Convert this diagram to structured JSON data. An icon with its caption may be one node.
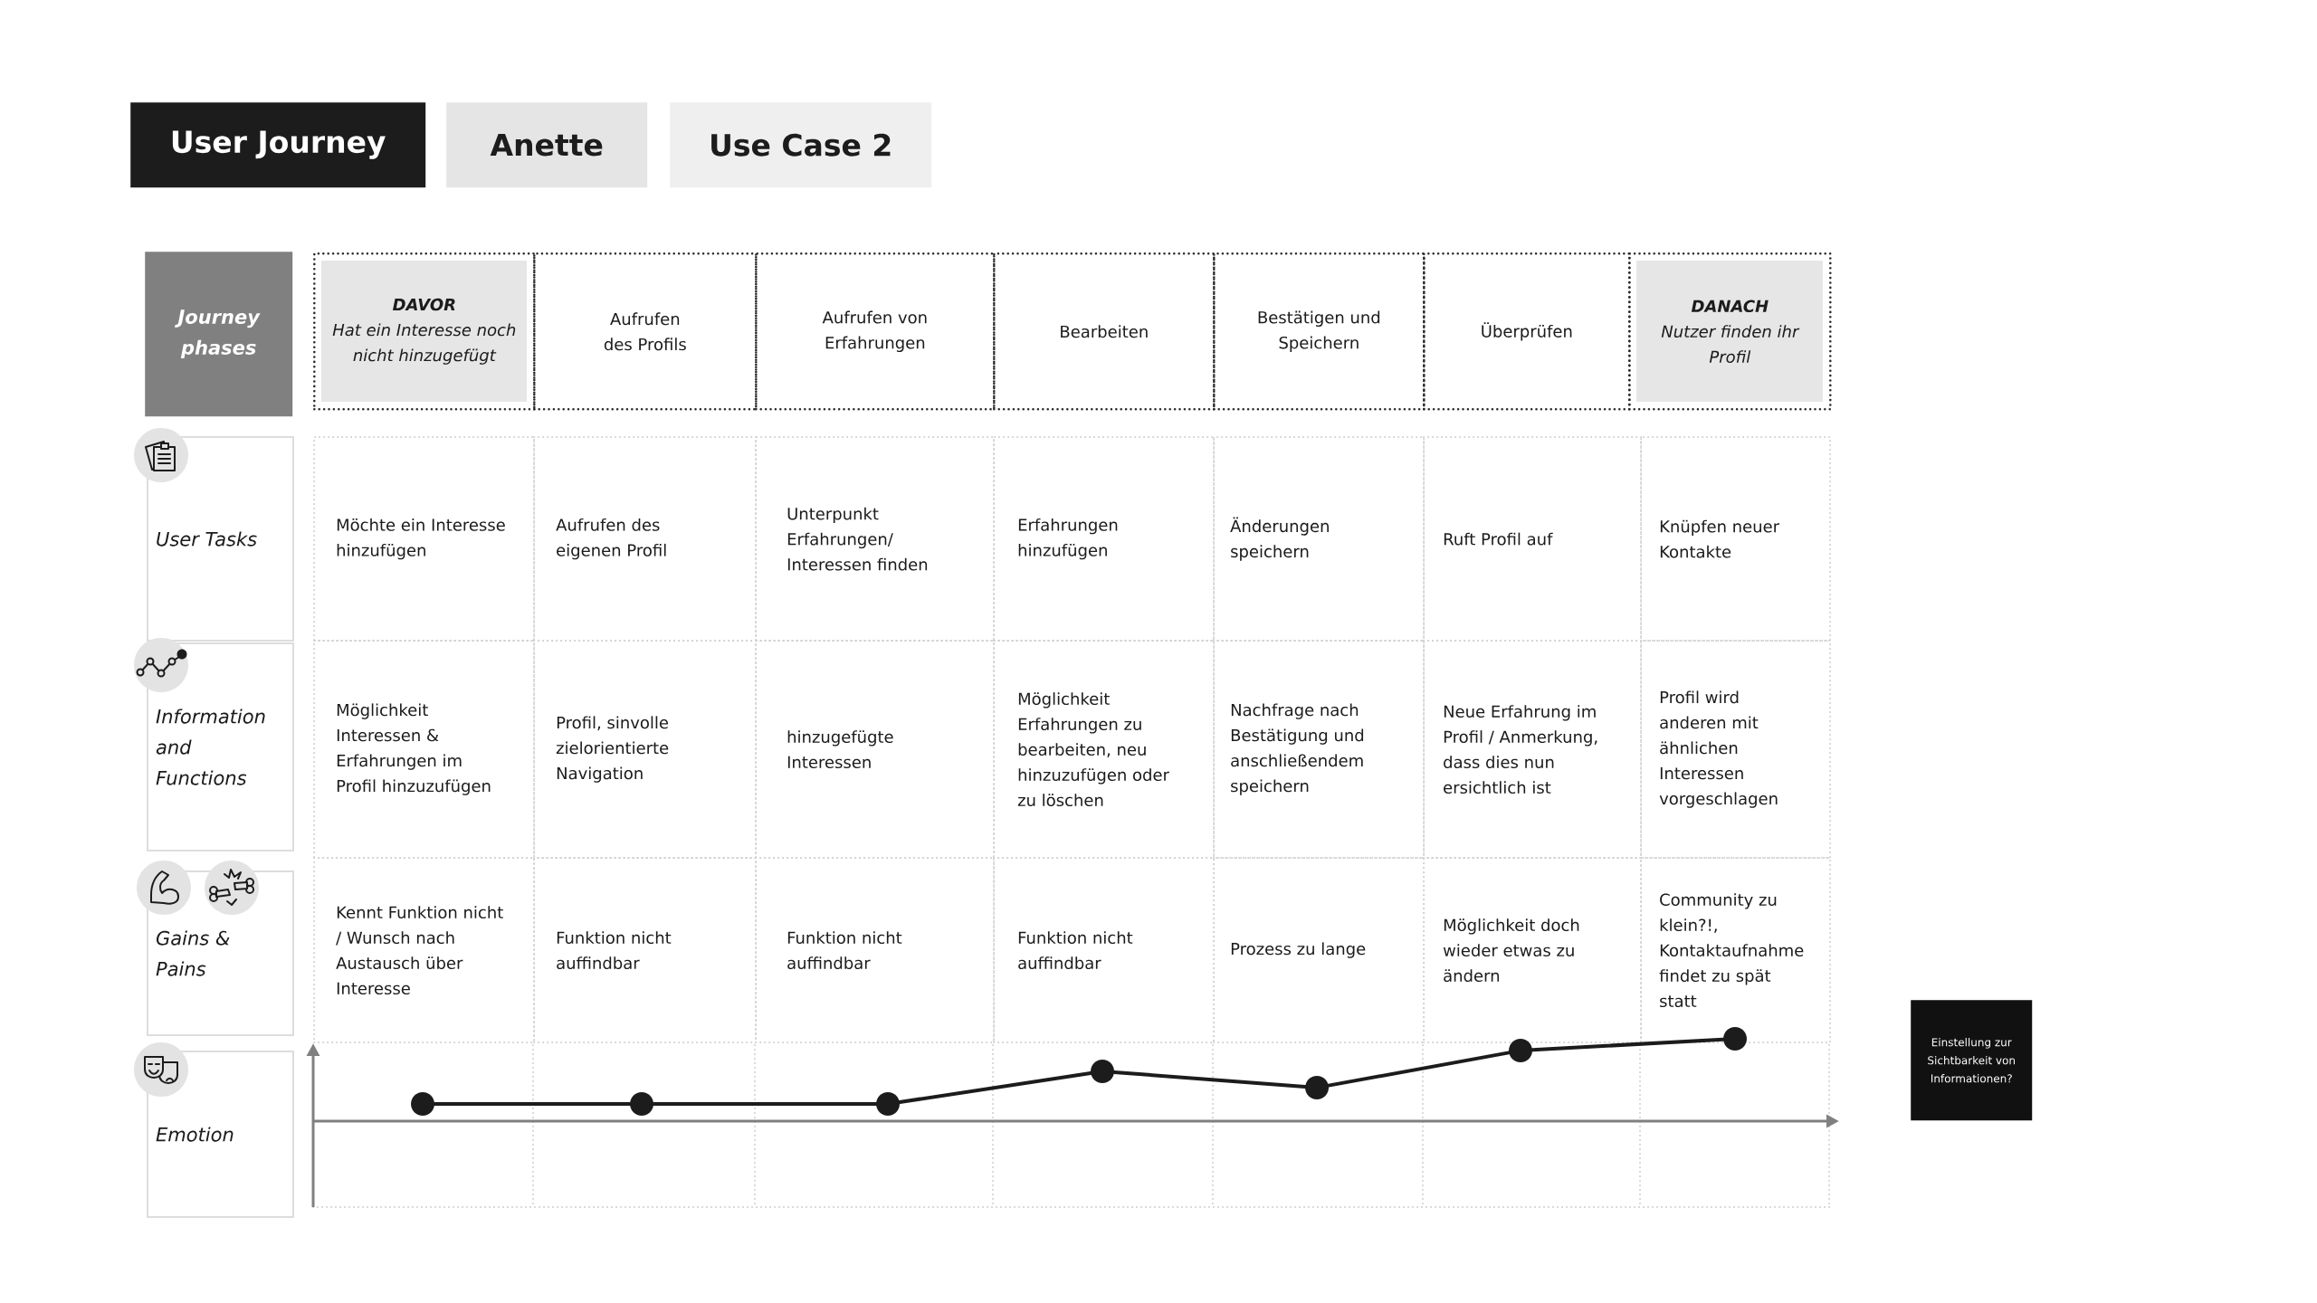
{
  "diagram": {
    "nodes": [
      {
        "text": [
          "User Journey"
        ]
      },
      {
        "text": [
          "Anette"
        ]
      },
      {
        "text": [
          "Use Case 2"
        ]
      },
      {
        "text": [
          "Journey phases"
        ]
      },
      {
        "text": [
          "DAVOR",
          "Hat ein Interesse noch nicht hinzugefügt"
        ]
      },
      {
        "text": [
          "Aufrufen des Profils"
        ]
      },
      {
        "text": [
          "Aufrufen von Erfahrungen"
        ]
      },
      {
        "text": [
          "Bearbeiten"
        ]
      },
      {
        "text": [
          "Bestätigen und Speichern"
        ]
      },
      {
        "text": [
          "Überprüfen"
        ]
      },
      {
        "text": [
          "DANACH",
          "Nutzer finden ihr Profil"
        ]
      },
      {
        "text": [
          "User Tasks"
        ]
      },
      {
        "text": [
          "Möchte ein Interesse hinzufügen"
        ]
      },
      {
        "text": [
          "Aufrufen des eigenen Profil"
        ]
      },
      {
        "text": [
          "Unterpunkt Erfahrungen/ Interessen finden"
        ]
      },
      {
        "text": [
          "Erfahrungen hinzufügen"
        ]
      },
      {
        "text": [
          "Änderungen speichern"
        ]
      },
      {
        "text": [
          "Ruft Profil auf"
        ]
      },
      {
        "text": [
          "Knüpfen neuer Kontakte"
        ]
      },
      {
        "text": [
          "Information and Functions"
        ]
      },
      {
        "text": [
          "Möglichkeit Interessen & Erfahrungen im Profil hinzuzufügen"
        ]
      },
      {
        "text": [
          "Profil, sinvolle zielorientierte Navigation"
        ]
      },
      {
        "text": [
          "hinzugefügte Interessen"
        ]
      },
      {
        "text": [
          "Möglichkeit Erfahrungen zu bearbeiten, neu hinzuzufügen oder zu löschen"
        ]
      },
      {
        "text": [
          "Nachfrage nach Bestätigung und anschließendem speichern"
        ]
      },
      {
        "text": [
          "Neue Erfahrung im Profil / Anmerkung, dass dies nun ersichtlich ist"
        ]
      },
      {
        "text": [
          "Profil wird anderen mit ähnlichen Interessen vorgeschlagen"
        ]
      },
      {
        "text": [
          "Gains & Pains"
        ]
      },
      {
        "text": [
          "Kennt Funktion nicht / Wunsch nach Austausch über Interesse"
        ]
      },
      {
        "text": [
          "Funktion nicht auffindbar"
        ]
      },
      {
        "text": [
          "Funktion nicht auffindbar"
        ]
      },
      {
        "text": [
          "Funktion nicht auffindbar"
        ]
      },
      {
        "text": [
          "Prozess zu lange"
        ]
      },
      {
        "text": [
          "Möglichkeit doch wieder etwas zu ändern"
        ]
      },
      {
        "text": [
          "Community zu klein?!, Kontaktaufnahme findet zu spät statt"
        ]
      },
      {
        "text": [
          "Emotion"
        ]
      },
      {
        "text": [],
        "shape": "circle"
      },
      {
        "text": [],
        "shape": "circle"
      },
      {
        "text": [],
        "shape": "circle"
      },
      {
        "text": [],
        "shape": "circle"
      },
      {
        "text": [],
        "shape": "circle"
      },
      {
        "text": [],
        "shape": "circle"
      },
      {
        "text": [],
        "shape": "circle"
      },
      {
        "text": [
          "Einstellung zur Sichtbarkeit von Informationen?"
        ]
      }
    ],
    "edges": [
      {
        "from": 36,
        "to": 37,
        "arrow": "none"
      },
      {
        "from": 37,
        "to": 38,
        "arrow": "none"
      },
      {
        "from": 38,
        "to": 39,
        "arrow": "none"
      },
      {
        "from": 39,
        "to": 40,
        "arrow": "none"
      },
      {
        "from": 40,
        "to": 41,
        "arrow": "none"
      },
      {
        "from": 41,
        "to": 42,
        "arrow": "none"
      }
    ]
  }
}
